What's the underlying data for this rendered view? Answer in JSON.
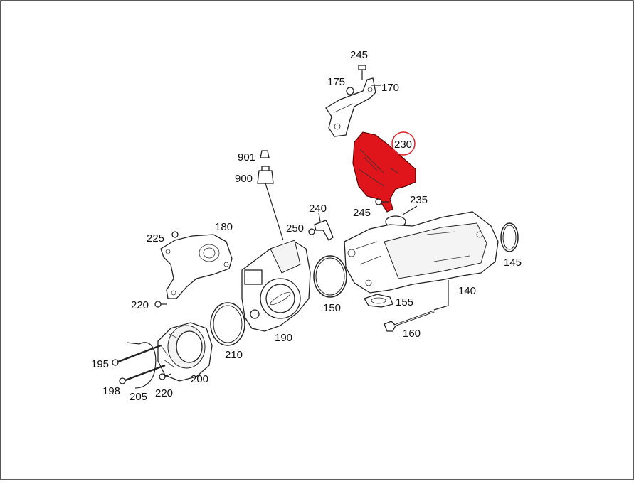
{
  "diagram": {
    "highlight_color": "#e0141b",
    "callout_circle_color": "#d9242b",
    "labels": {
      "p245_top": "245",
      "p175": "175",
      "p170": "170",
      "p230": "230",
      "p901": "901",
      "p900": "900",
      "p240": "240",
      "p235": "235",
      "p245_mid": "245",
      "p180": "180",
      "p225": "225",
      "p250": "250",
      "p145": "145",
      "p140": "140",
      "p150": "150",
      "p155": "155",
      "p220_left": "220",
      "p190": "190",
      "p160": "160",
      "p210": "210",
      "p195": "195",
      "p200": "200",
      "p198": "198",
      "p205": "205",
      "p220_bottom": "220"
    }
  }
}
